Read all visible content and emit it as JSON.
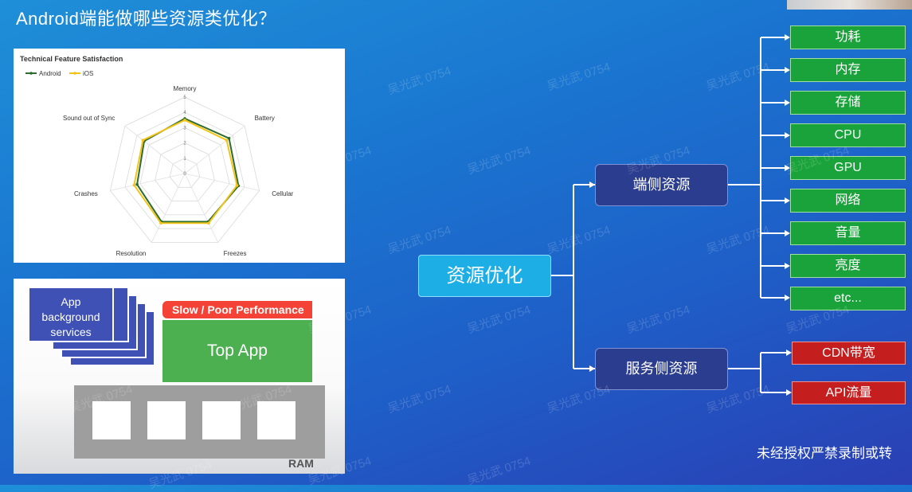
{
  "title": "Android端能做哪些资源类优化？",
  "watermark": "吴光武 0754",
  "notice": "未经授权严禁录制或转",
  "chart_data": {
    "type": "radar",
    "title": "Technical Feature Satisfaction",
    "legend": "top-left",
    "categories": [
      "Memory",
      "Battery",
      "Cellular",
      "Freezes",
      "Resolution",
      "Crashes",
      "Sound out of Sync"
    ],
    "radial_ticks": [
      "0",
      "1",
      "2",
      "3",
      "4",
      "5"
    ],
    "rmax": 5,
    "series": [
      {
        "name": "Android",
        "color": "#2e6b2e",
        "values": [
          3.6,
          3.7,
          3.6,
          3.5,
          3.5,
          3.2,
          3.4
        ]
      },
      {
        "name": "iOS",
        "color": "#f0c419",
        "values": [
          3.5,
          3.5,
          3.5,
          3.6,
          3.6,
          3.4,
          3.5
        ]
      }
    ]
  },
  "app_diagram": {
    "background_services": "App\nbackground\nservices",
    "slow_label": "Slow / Poor Performance",
    "top_app": "Top App",
    "ram": "RAM"
  },
  "mindmap": {
    "root": "资源优化",
    "client": "端侧资源",
    "server": "服务侧资源",
    "client_items": [
      "功耗",
      "内存",
      "存储",
      "CPU",
      "GPU",
      "网络",
      "音量",
      "亮度",
      "etc..."
    ],
    "server_items": [
      "CDN带宽",
      "API流量"
    ]
  }
}
